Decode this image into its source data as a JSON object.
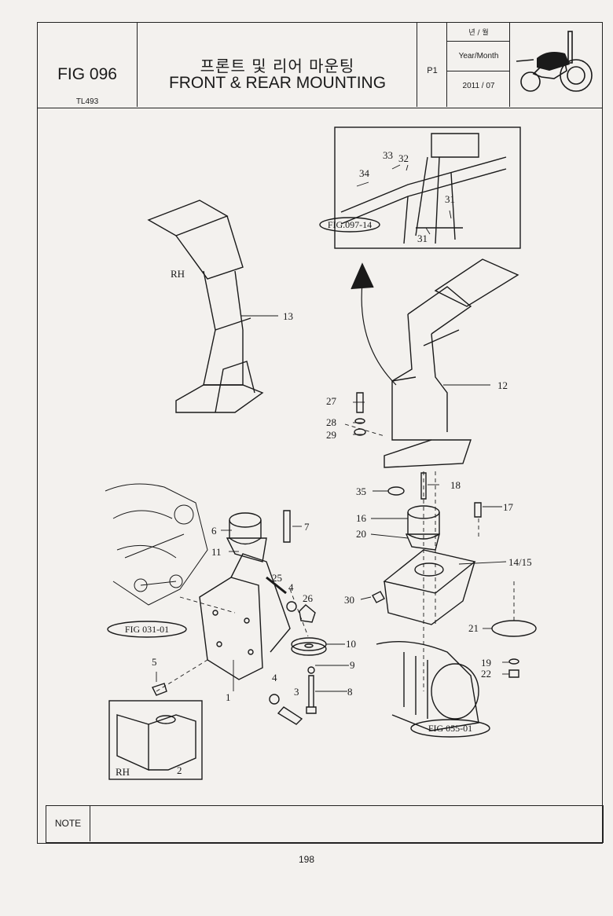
{
  "header": {
    "fig_number": "FIG 096",
    "model": "TL493",
    "title_ko": "프론트 및 리어 마운팅",
    "title_en": "FRONT & REAR MOUNTING",
    "page": "P1",
    "date_label_ko": "년 / 월",
    "date_label_en": "Year/Month",
    "date_value": "2011 / 07"
  },
  "diagram": {
    "callouts": {
      "c1": "1",
      "c2": "2",
      "c3": "3",
      "c4a": "4",
      "c4b": "4",
      "c5": "5",
      "c6": "6",
      "c7": "7",
      "c8": "8",
      "c9": "9",
      "c10": "10",
      "c11": "11",
      "c12": "12",
      "c13": "13",
      "c1415": "14/15",
      "c16": "16",
      "c17": "17",
      "c18": "18",
      "c19": "19",
      "c20": "20",
      "c21": "21",
      "c22": "22",
      "c25": "25",
      "c26": "26",
      "c27": "27",
      "c28": "28",
      "c29": "29",
      "c30": "30",
      "c31a": "31",
      "c31b": "31",
      "c32": "32",
      "c33": "33",
      "c34": "34",
      "c35": "35"
    },
    "side_labels": {
      "rh_top": "RH",
      "rh_inset": "RH"
    },
    "fig_refs": {
      "fig09714": "FIG.097-14",
      "fig03101": "FIG 031-01",
      "fig05501": "FIG 055-01"
    }
  },
  "footer": {
    "note_label": "NOTE",
    "note_text": "",
    "page_number": "198"
  }
}
